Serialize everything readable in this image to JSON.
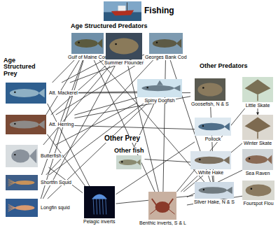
{
  "diagram": {
    "nodes": [
      {
        "text": [
          "Fishing"
        ]
      },
      {
        "text": [
          "Gulf of Maine Cod"
        ]
      },
      {
        "text": [
          "Summer Flounder"
        ]
      },
      {
        "text": [
          "Georges Bank Cod"
        ]
      },
      {
        "text": [
          "Att. Mackerel"
        ]
      },
      {
        "text": [
          "Spiny Dogfish"
        ]
      },
      {
        "text": [
          "Goosefish, N & S"
        ]
      },
      {
        "text": [
          "Little Skate"
        ]
      },
      {
        "text": [
          "Att. Herring"
        ]
      },
      {
        "text": [
          "Pollock"
        ]
      },
      {
        "text": [
          "Winter Skate"
        ]
      },
      {
        "text": [
          "Butterfish"
        ]
      },
      {
        "text": [
          "Other fish"
        ]
      },
      {
        "text": [
          "White Hake"
        ]
      },
      {
        "text": [
          "Sea Raven"
        ]
      },
      {
        "text": [
          "Shortfin Squid"
        ]
      },
      {
        "text": [
          "Silver Hake, N & S"
        ]
      },
      {
        "text": [
          "Fourspot Flou"
        ]
      },
      {
        "text": [
          "Longfin squid"
        ]
      },
      {
        "text": [
          "Pelagic inverts"
        ]
      },
      {
        "text": [
          "Benthic inverts, S & L"
        ]
      }
    ],
    "edges": [
      {
        "from": 1,
        "to": 4,
        "arrow": "none"
      },
      {
        "from": 1,
        "to": 8,
        "arrow": "none"
      },
      {
        "from": 1,
        "to": 15,
        "arrow": "none"
      },
      {
        "from": 1,
        "to": 18,
        "arrow": "none"
      },
      {
        "from": 1,
        "to": 20,
        "arrow": "none"
      },
      {
        "from": 1,
        "to": 16,
        "arrow": "none"
      },
      {
        "from": 2,
        "to": 4,
        "arrow": "none"
      },
      {
        "from": 2,
        "to": 8,
        "arrow": "none"
      },
      {
        "from": 2,
        "to": 18,
        "arrow": "none"
      },
      {
        "from": 2,
        "to": 11,
        "arrow": "none"
      },
      {
        "from": 2,
        "to": 20,
        "arrow": "none"
      },
      {
        "from": 3,
        "to": 4,
        "arrow": "none"
      },
      {
        "from": 3,
        "to": 8,
        "arrow": "none"
      },
      {
        "from": 3,
        "to": 20,
        "arrow": "none"
      },
      {
        "from": 3,
        "to": 16,
        "arrow": "none"
      },
      {
        "from": 3,
        "to": 15,
        "arrow": "none"
      },
      {
        "from": 5,
        "to": 4,
        "arrow": "none"
      },
      {
        "from": 5,
        "to": 8,
        "arrow": "none"
      },
      {
        "from": 5,
        "to": 11,
        "arrow": "none"
      },
      {
        "from": 5,
        "to": 18,
        "arrow": "none"
      },
      {
        "from": 5,
        "to": 15,
        "arrow": "none"
      },
      {
        "from": 5,
        "to": 12,
        "arrow": "none"
      },
      {
        "from": 6,
        "to": 8,
        "arrow": "none"
      },
      {
        "from": 6,
        "to": 16,
        "arrow": "none"
      },
      {
        "from": 6,
        "to": 4,
        "arrow": "none"
      },
      {
        "from": 7,
        "to": 20,
        "arrow": "none"
      },
      {
        "from": 7,
        "to": 10,
        "arrow": "to"
      },
      {
        "from": 10,
        "to": 20,
        "arrow": "none"
      },
      {
        "from": 14,
        "to": 20,
        "arrow": "none"
      },
      {
        "from": 17,
        "to": 20,
        "arrow": "none"
      },
      {
        "from": 9,
        "to": 8,
        "arrow": "none"
      },
      {
        "from": 9,
        "to": 19,
        "arrow": "none"
      },
      {
        "from": 13,
        "to": 16,
        "arrow": "none"
      },
      {
        "from": 13,
        "to": 20,
        "arrow": "none"
      },
      {
        "from": 13,
        "to": 12,
        "arrow": "none"
      },
      {
        "from": 16,
        "to": 19,
        "arrow": "none"
      },
      {
        "from": 4,
        "to": 19,
        "arrow": "none"
      },
      {
        "from": 8,
        "to": 19,
        "arrow": "none"
      },
      {
        "from": 11,
        "to": 19,
        "arrow": "none"
      }
    ],
    "labels": [
      "Age Structured Predators",
      "Other Predators",
      "Age Structured Prey",
      "Other Prey"
    ]
  }
}
